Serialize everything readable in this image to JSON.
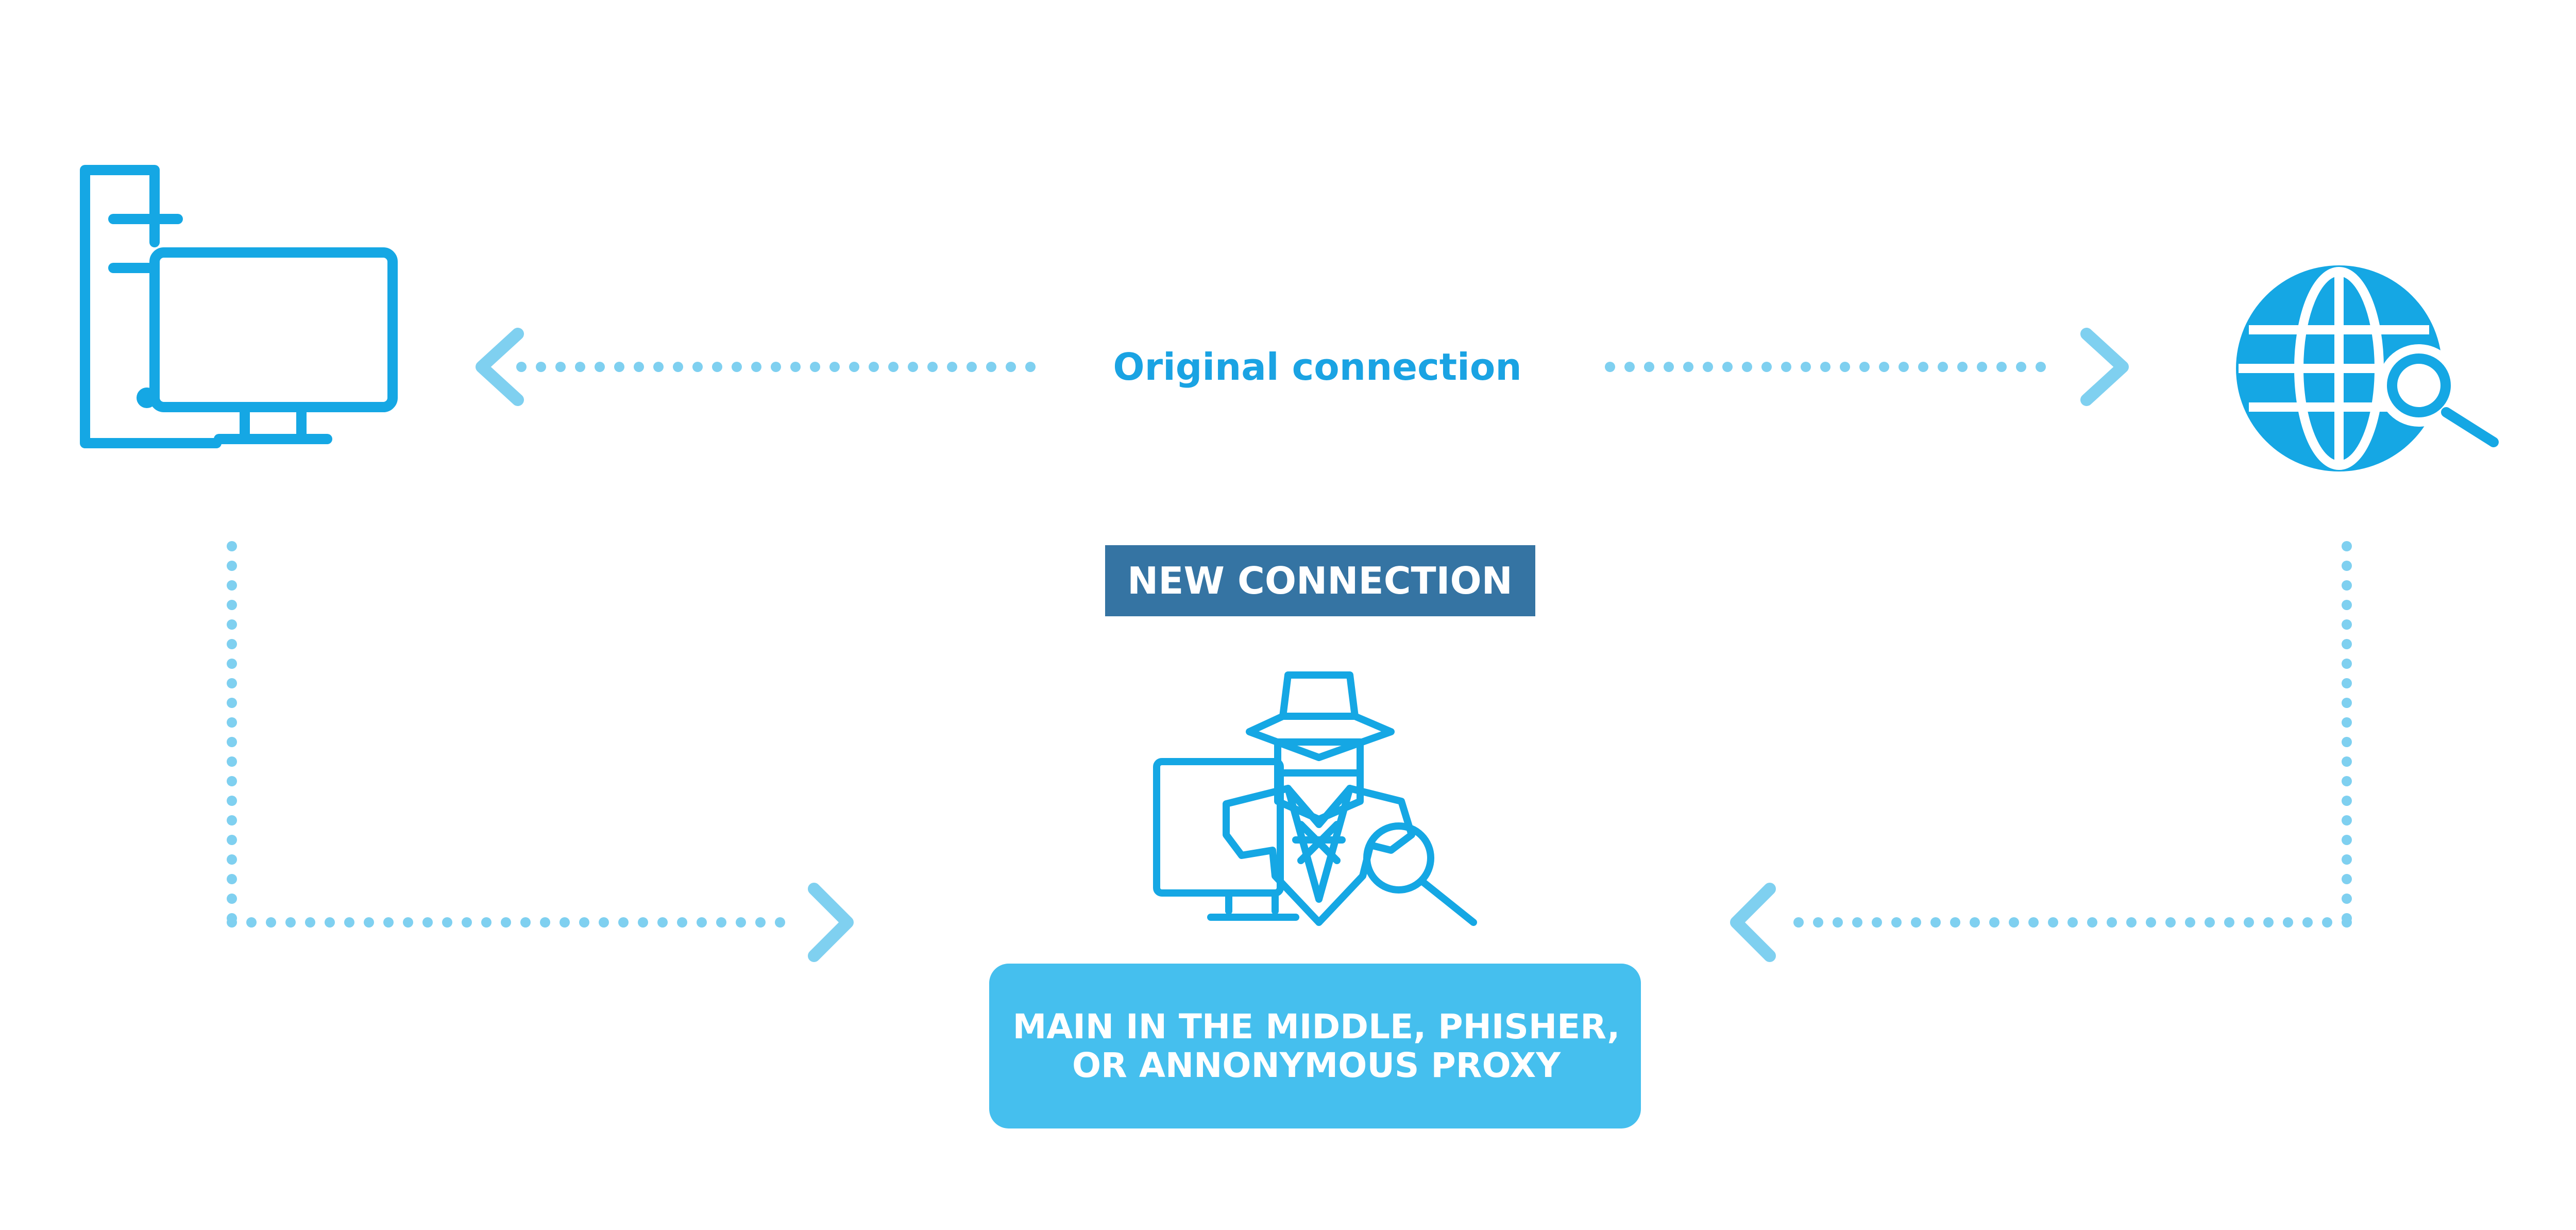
{
  "labels": {
    "original_connection": "Original connection",
    "new_connection": "NEW CONNECTION",
    "proxy_line1": "MAIN IN THE MIDDLE, PHISHER,",
    "proxy_line2": "OR ANNONYMOUS PROXY"
  },
  "icons": {
    "client": "desktop-computer-icon",
    "server": "globe-search-icon",
    "attacker": "spy-with-computer-icon"
  },
  "colors": {
    "icon_blue": "#15a7e4",
    "dotted_line": "#7fd0f0",
    "new_connection_banner": "#3574a3",
    "proxy_box": "#45bfee",
    "original_text": "#1aa3e3"
  }
}
